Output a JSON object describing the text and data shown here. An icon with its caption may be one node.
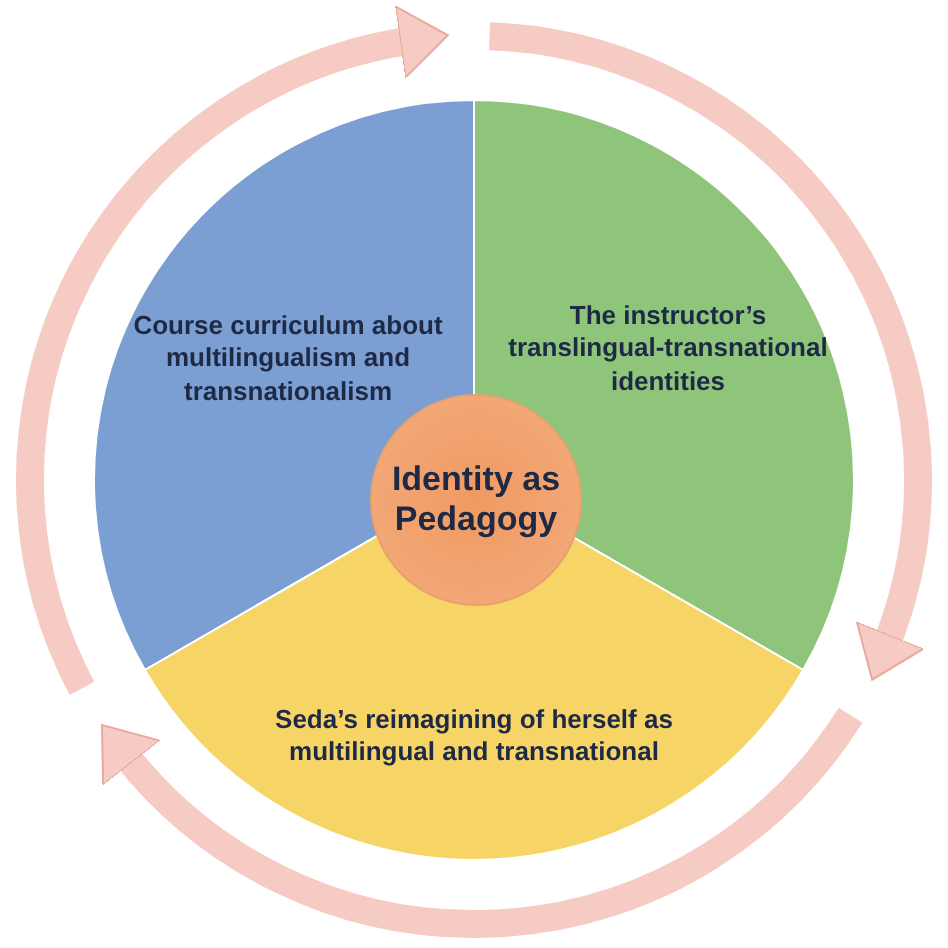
{
  "diagram": {
    "nodes": [
      {
        "text": [
          "Course curriculum about multilingualism and transnationalism"
        ]
      },
      {
        "text": [
          "The instructor’s translingual-transnational identities"
        ]
      },
      {
        "text": [
          "Seda’s reimagining of herself as multilingual and transnational"
        ]
      },
      {
        "text": [
          "Identity as Pedagogy"
        ]
      }
    ]
  }
}
